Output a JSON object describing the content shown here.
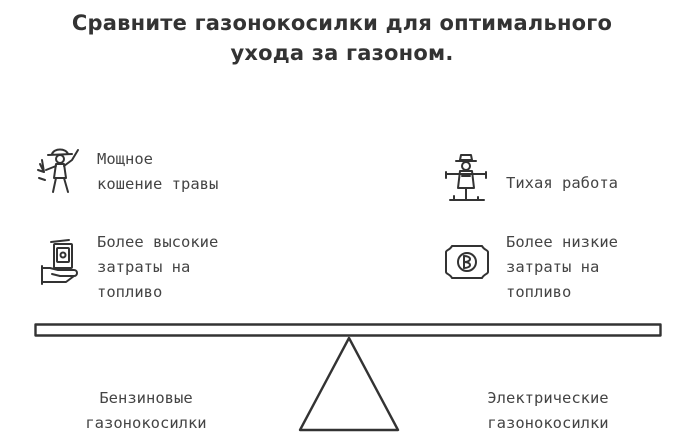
{
  "title": {
    "line1": "Сравните газонокосилки для оптимального",
    "line2": "ухода за газоном."
  },
  "left": {
    "feature1": {
      "icon": "worker-with-mower-icon",
      "lines": [
        "Мощное",
        "кошение травы"
      ]
    },
    "feature2": {
      "icon": "hand-with-money-icon",
      "lines": [
        "Более высокие",
        "затраты на",
        "топливо"
      ]
    },
    "caption": [
      "Бензиновые",
      "газонокосилки"
    ]
  },
  "right": {
    "feature1": {
      "icon": "scarecrow-icon",
      "lines": [
        "Тихая работа"
      ]
    },
    "feature2": {
      "icon": "coin-icon",
      "lines": [
        "Более низкие",
        "затраты на",
        "топливо"
      ]
    },
    "caption": [
      "Электрические",
      "газонокосилки"
    ]
  },
  "colors": {
    "ink": "#333333",
    "background": "#ffffff"
  }
}
